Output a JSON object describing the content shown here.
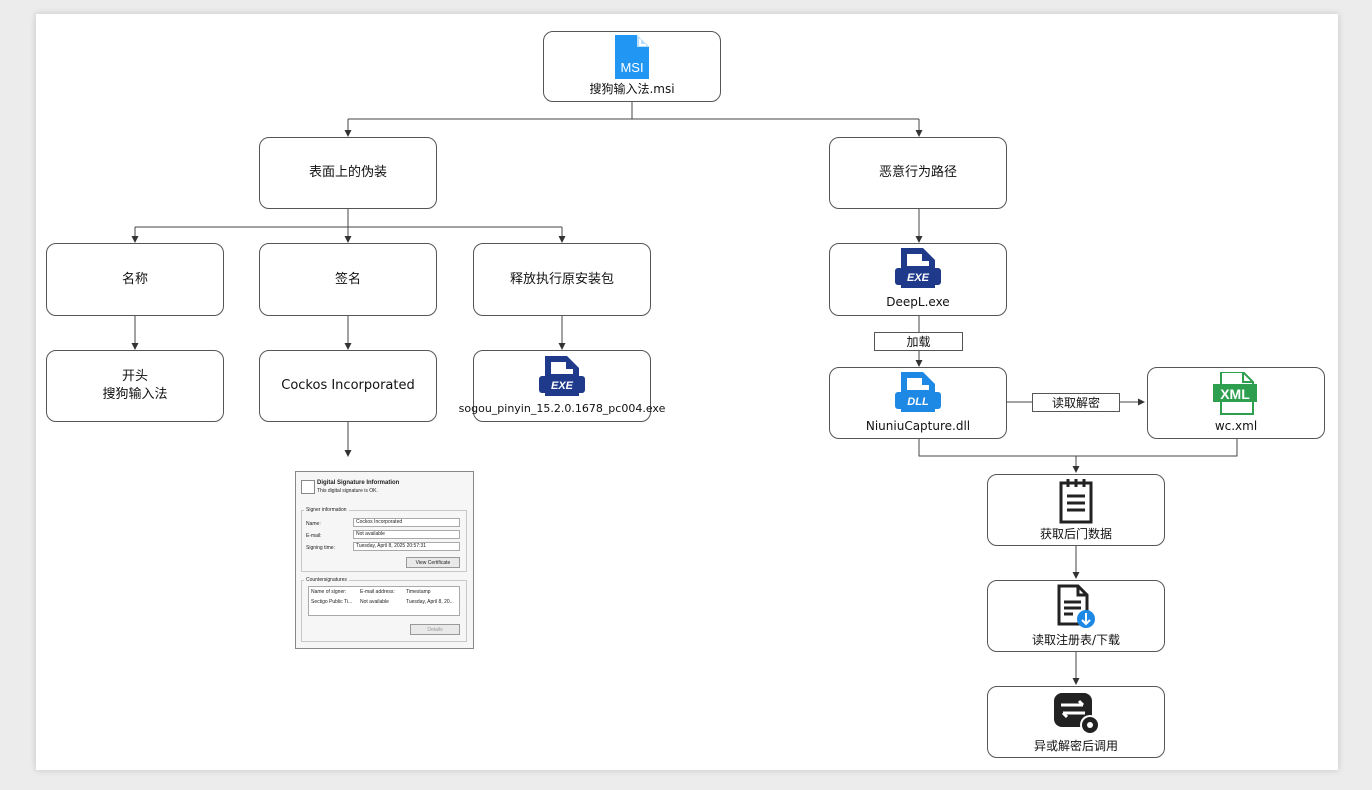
{
  "nodes": {
    "root": "搜狗输入法.msi",
    "disguise": "表面上的伪装",
    "malicious_path": "恶意行为路径",
    "name": "名称",
    "signature": "签名",
    "release": "释放执行原安装包",
    "name_detail": "开头\n搜狗输入法",
    "signer": "Cockos Incorporated",
    "installer": "sogou_pinyin_15.2.0.1678_pc004.exe",
    "deepl": "DeepL.exe",
    "dll": "NiuniuCapture.dll",
    "xml": "wc.xml",
    "backdoor_data": "获取后门数据",
    "registry": "读取注册表/下载",
    "xor_invoke": "异或解密后调用"
  },
  "edge_labels": {
    "load": "加载",
    "read_decrypt": "读取解密"
  },
  "icons": {
    "msi": "MSI",
    "exe": "EXE",
    "dll": "DLL",
    "xml": "XML"
  },
  "signature_dialog": {
    "title": "Digital Signature Information",
    "subtitle": "This digital signature is OK.",
    "signer_group": "Signer information",
    "name_label": "Name:",
    "name_value": "Cockos Incorporated",
    "email_label": "E-mail:",
    "email_value": "Not available",
    "time_label": "Signing time:",
    "time_value": "Tuesday, April 8, 2025 20:57:31",
    "view_cert": "View Certificate",
    "counter_group": "Countersignatures",
    "col_name": "Name of signer:",
    "col_email": "E-mail address:",
    "col_time": "Timestamp",
    "row_name": "Sectigo Public Ti...",
    "row_email": "Not available",
    "row_time": "Tuesday, April 8, 20...",
    "details": "Details"
  },
  "colors": {
    "msi_blue": "#2196f3",
    "exe_navy": "#1f3a8a",
    "dll_blue": "#1e88e5",
    "xml_green": "#2e9e4f",
    "icon_dark": "#222222"
  }
}
